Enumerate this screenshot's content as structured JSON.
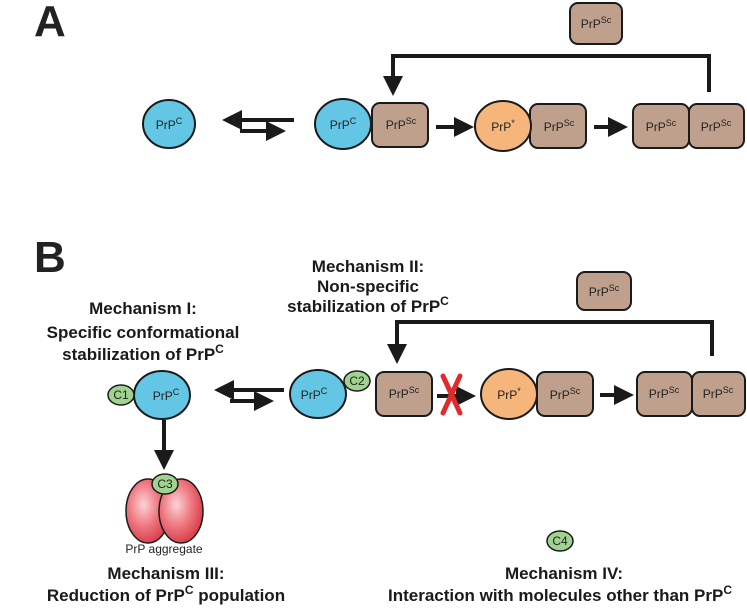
{
  "panel_a": {
    "label": "A",
    "prpc": {
      "base": "PrP",
      "sup": "C"
    },
    "prpsc": {
      "base": "PrP",
      "sup": "Sc"
    },
    "prpstar": {
      "base": "PrP",
      "sup": "*"
    }
  },
  "panel_b": {
    "label": "B",
    "prpc": {
      "base": "PrP",
      "sup": "C"
    },
    "prpsc": {
      "base": "PrP",
      "sup": "Sc"
    },
    "prpstar": {
      "base": "PrP",
      "sup": "*"
    },
    "compounds": {
      "c1": "C1",
      "c2": "C2",
      "c3": "C3",
      "c4": "C4"
    },
    "aggregate_label": "PrP aggregate",
    "mechanisms": {
      "m1": {
        "line1": "Mechanism I:",
        "line2": "Specific conformational",
        "line3": "stabilization of PrP",
        "sup": "C"
      },
      "m2": {
        "line1": "Mechanism II:",
        "line2": "Non-specific",
        "line3": "stabilization of PrP",
        "sup": "C"
      },
      "m3": {
        "line1": "Mechanism III:",
        "line2": "Reduction of PrP",
        "sup": "C",
        "line2_end": " population"
      },
      "m4": {
        "line1": "Mechanism IV:",
        "line2": "Interaction with molecules other than PrP",
        "sup": "C"
      }
    }
  },
  "colors": {
    "prpc_fill": "#62c6e4",
    "prpsc_fill": "#bfa08c",
    "prpstar_fill": "#f6b57a",
    "compound_fill": "#9fd38f",
    "aggregate_fill": "#ef6f78",
    "block_x": "#e02b2b",
    "stroke": "#1a1a1a"
  }
}
